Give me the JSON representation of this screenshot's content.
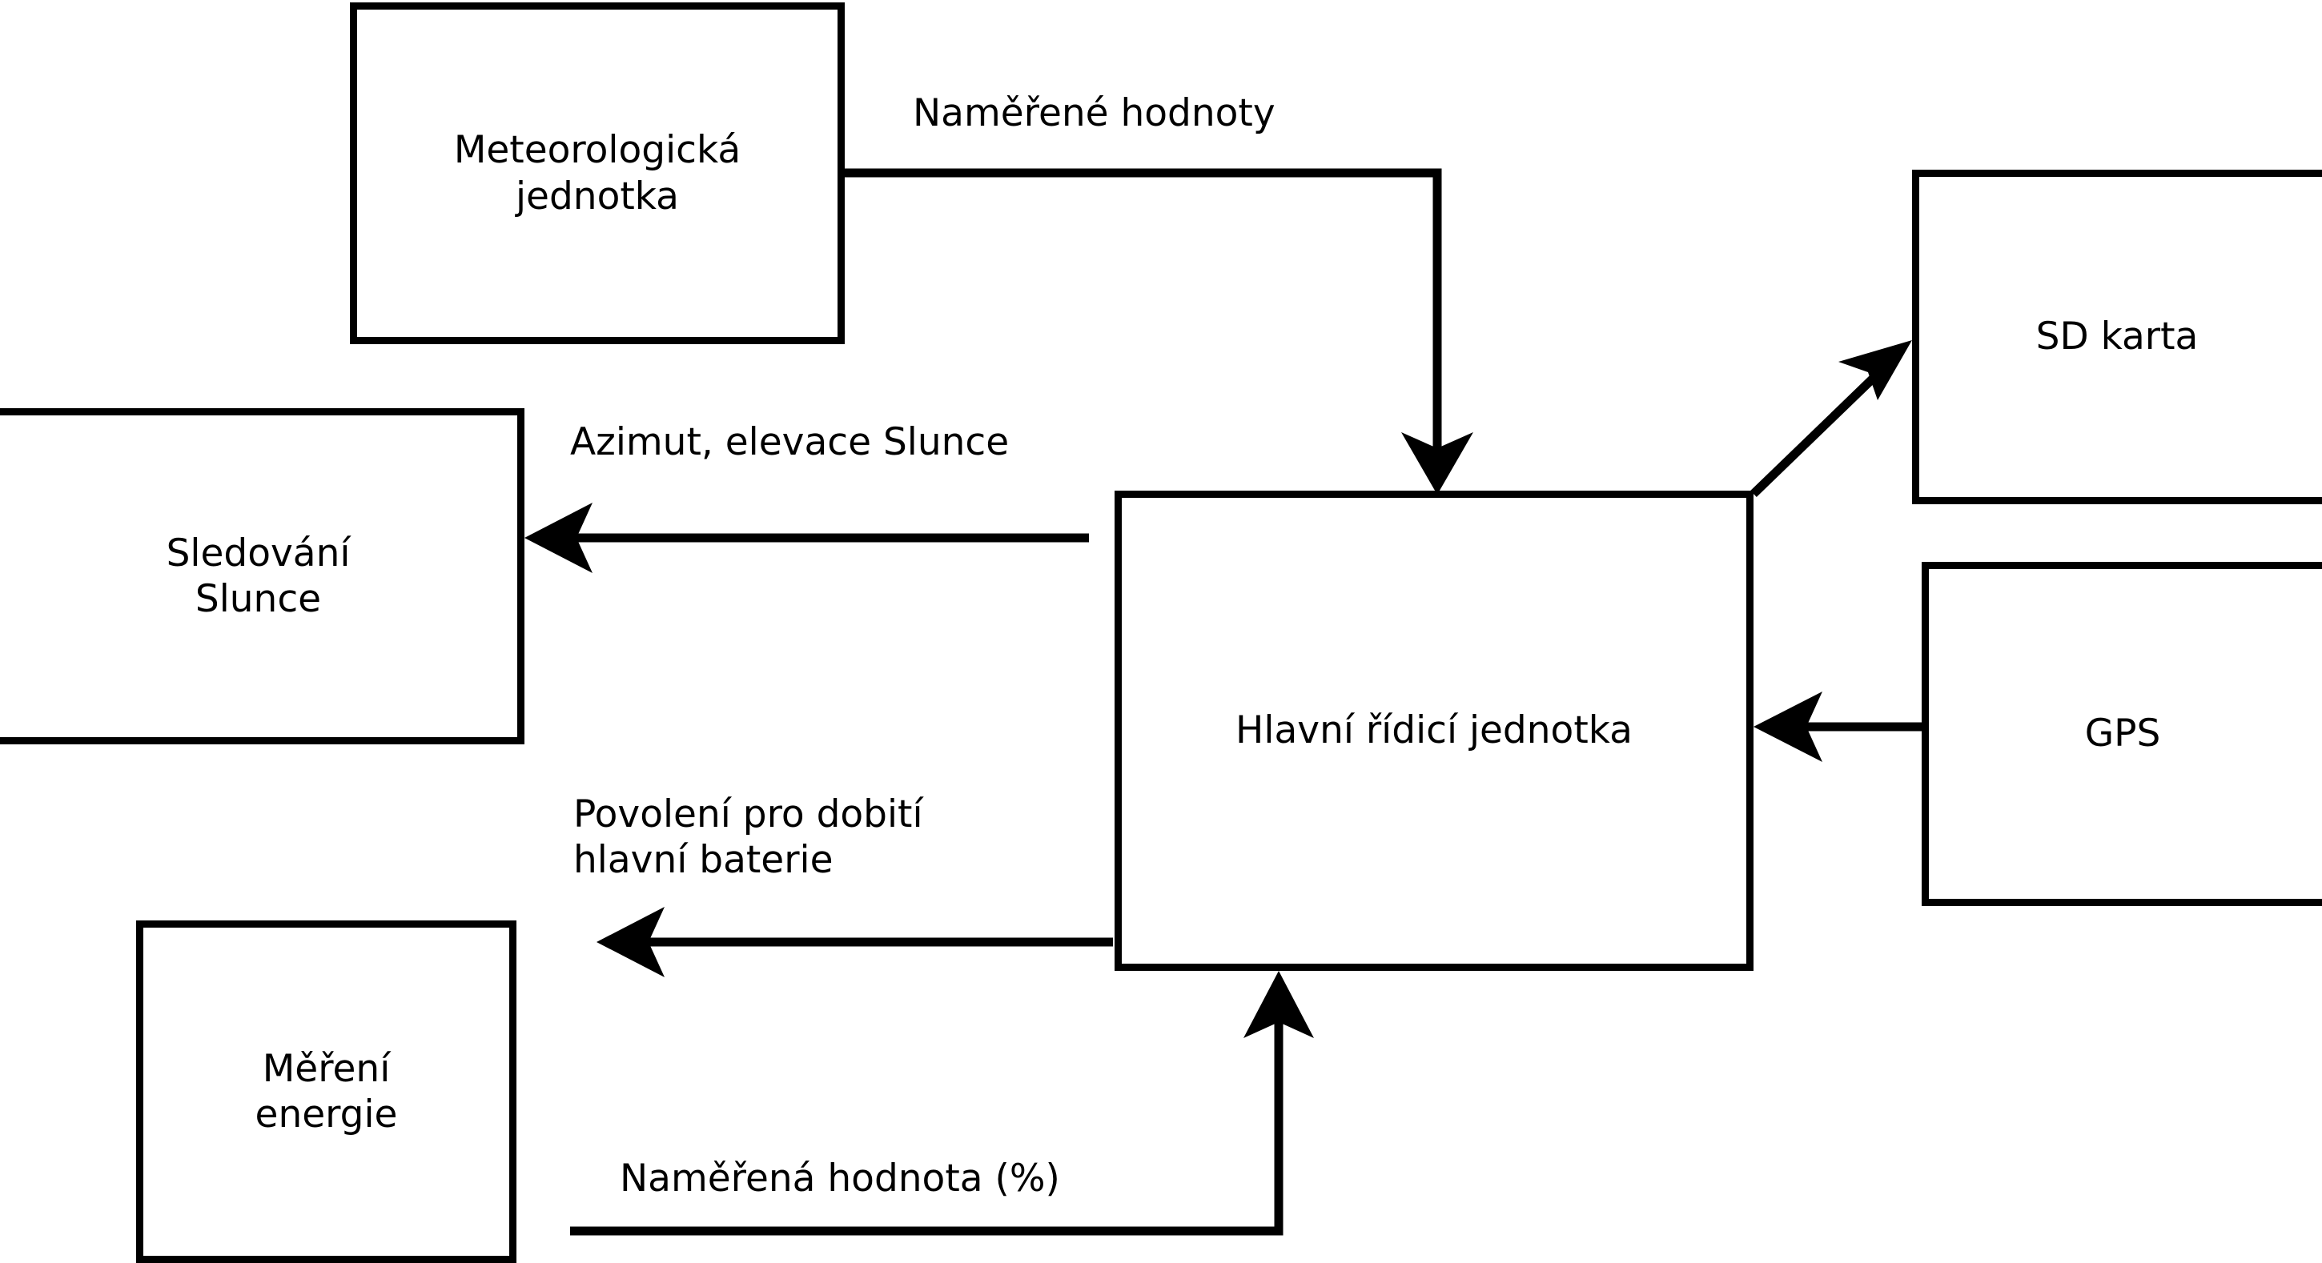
{
  "diagram": {
    "type": "block-diagram",
    "language": "cs",
    "background_color": "#ffffff",
    "line_color": "#000000",
    "text_color": "#000000",
    "nodes": [
      {
        "id": "meteo",
        "label": "Meteorologická\njednotka"
      },
      {
        "id": "tracking",
        "label": "Sledování\nSlunce"
      },
      {
        "id": "energy",
        "label": "Měření\nenergie"
      },
      {
        "id": "main",
        "label": "Hlavní řídicí jednotka"
      },
      {
        "id": "sdcard",
        "label": "SD karta"
      },
      {
        "id": "gps",
        "label": "GPS"
      }
    ],
    "edges": [
      {
        "id": "e1",
        "from": "meteo",
        "to": "main",
        "label": "Naměřené hodnoty"
      },
      {
        "id": "e2",
        "from": "main",
        "to": "tracking",
        "label": "Azimut, elevace Slunce"
      },
      {
        "id": "e3",
        "from": "main",
        "to": "energy",
        "label": "Povolení pro dobití\nhlavní baterie"
      },
      {
        "id": "e4",
        "from": "energy",
        "to": "main",
        "label": "Naměřená hodnota (%)"
      },
      {
        "id": "e5",
        "from": "main",
        "to": "sdcard",
        "label": ""
      },
      {
        "id": "e6",
        "from": "gps",
        "to": "main",
        "label": ""
      }
    ]
  }
}
